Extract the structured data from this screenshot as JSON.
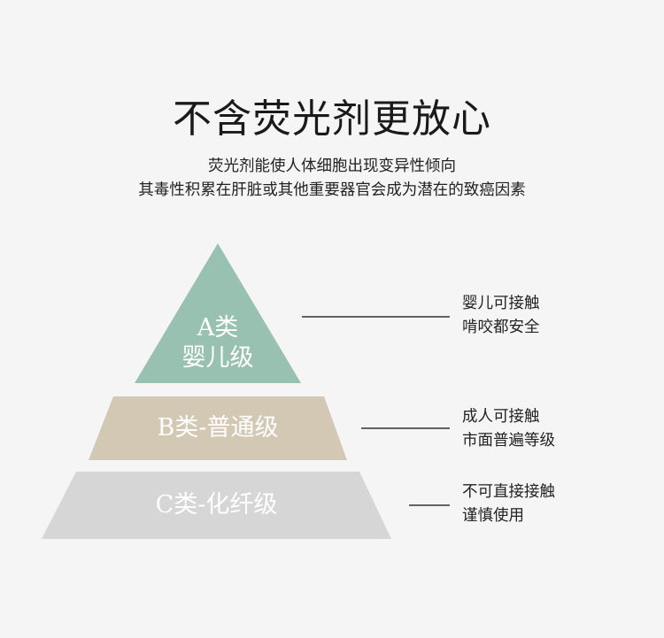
{
  "title": "不含荧光剂更放心",
  "subtitle": [
    "荧光剂能使人体细胞出现变异性倾向",
    "其毒性积累在肝脏或其他重要器官会成为潜在的致癌因素"
  ],
  "tiers": [
    {
      "label_line1": "A类",
      "label_line2": "婴儿级",
      "desc": [
        "婴儿可接触",
        "啃咬都安全"
      ],
      "color": "#98c1b2"
    },
    {
      "label": "B类-普通级",
      "desc": [
        "成人可接触",
        "市面普遍等级"
      ],
      "color": "#d3c8b3"
    },
    {
      "label": "C类-化纤级",
      "desc": [
        "不可直接接触",
        "谨慎使用"
      ],
      "color": "#d6d6d6"
    }
  ]
}
